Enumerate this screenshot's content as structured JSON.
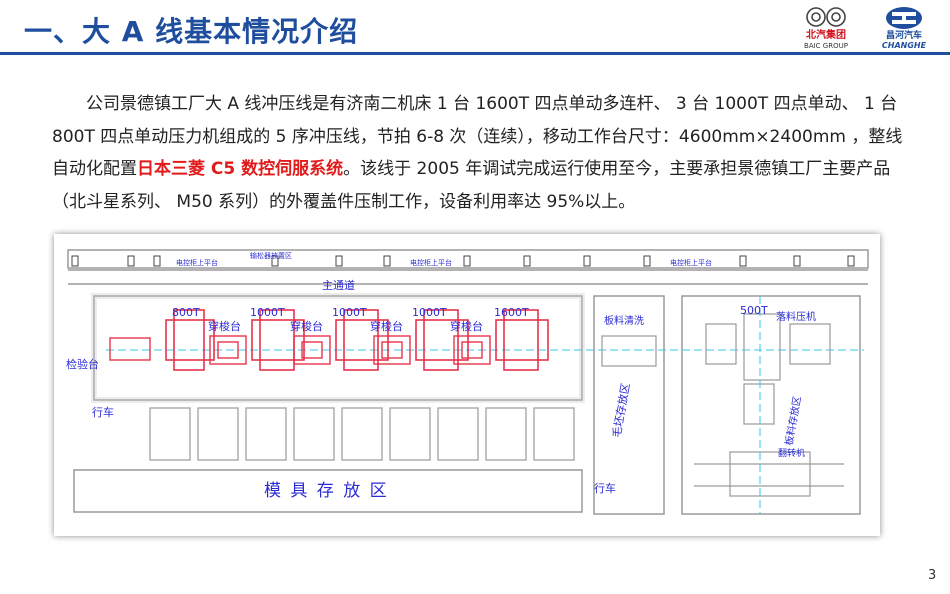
{
  "slide": {
    "title": "一、大 A 线基本情况介绍",
    "page_number": "3",
    "logos": {
      "baic_cn": "北汽集团",
      "baic_en": "BAIC GROUP",
      "changhe_cn": "昌河汽车",
      "changhe_en": "CHANGHE"
    },
    "paragraph": {
      "before": "公司景德镇工厂大 A 线冲压线是有济南二机床 1 台 1600T 四点单动多连杆、 3 台 1000T 四点单动、 1 台 800T 四点单动压力机组成的 5 序冲压线，节拍 6-8 次（连续），移动工作台尺寸：4600mm×2400mm ，整线自动化配置",
      "highlight": "日本三菱 C5 数控伺服系统",
      "after": "。该线于 2005 年调试完成运行使用至今，主要承担景德镇工厂主要产品（北斗星系列、 M50 系列）的外覆盖件压制工作，设备利用率达 95%以上。"
    }
  },
  "diagram": {
    "labels": {
      "platform_1": "电控柜上平台",
      "platform_2": "输松器放置区",
      "platform_3": "电控柜上平台",
      "platform_4": "电控柜上平台",
      "main_aisle": "主通道",
      "inspection": "检验台",
      "crane_1": "行车",
      "crane_2": "行车",
      "mold_storage": "模 具 存 放 区",
      "sheet_cleaning": "板料清洗",
      "blank_storage": "毛坯存放区",
      "plate_storage": "板料存放区",
      "blanking_press": "落料压机",
      "tonnage_500": "500T",
      "flip_machine": "翻转机"
    },
    "presses": [
      "800T",
      "1000T",
      "1000T",
      "1000T",
      "1600T"
    ],
    "shuttles": [
      "穿梭台",
      "穿梭台",
      "穿梭台",
      "穿梭台"
    ],
    "colors": {
      "line": "#2b2bd6",
      "press": "#e8344a",
      "centerline": "#38c8e8",
      "wall": "#9a9a9a"
    }
  }
}
